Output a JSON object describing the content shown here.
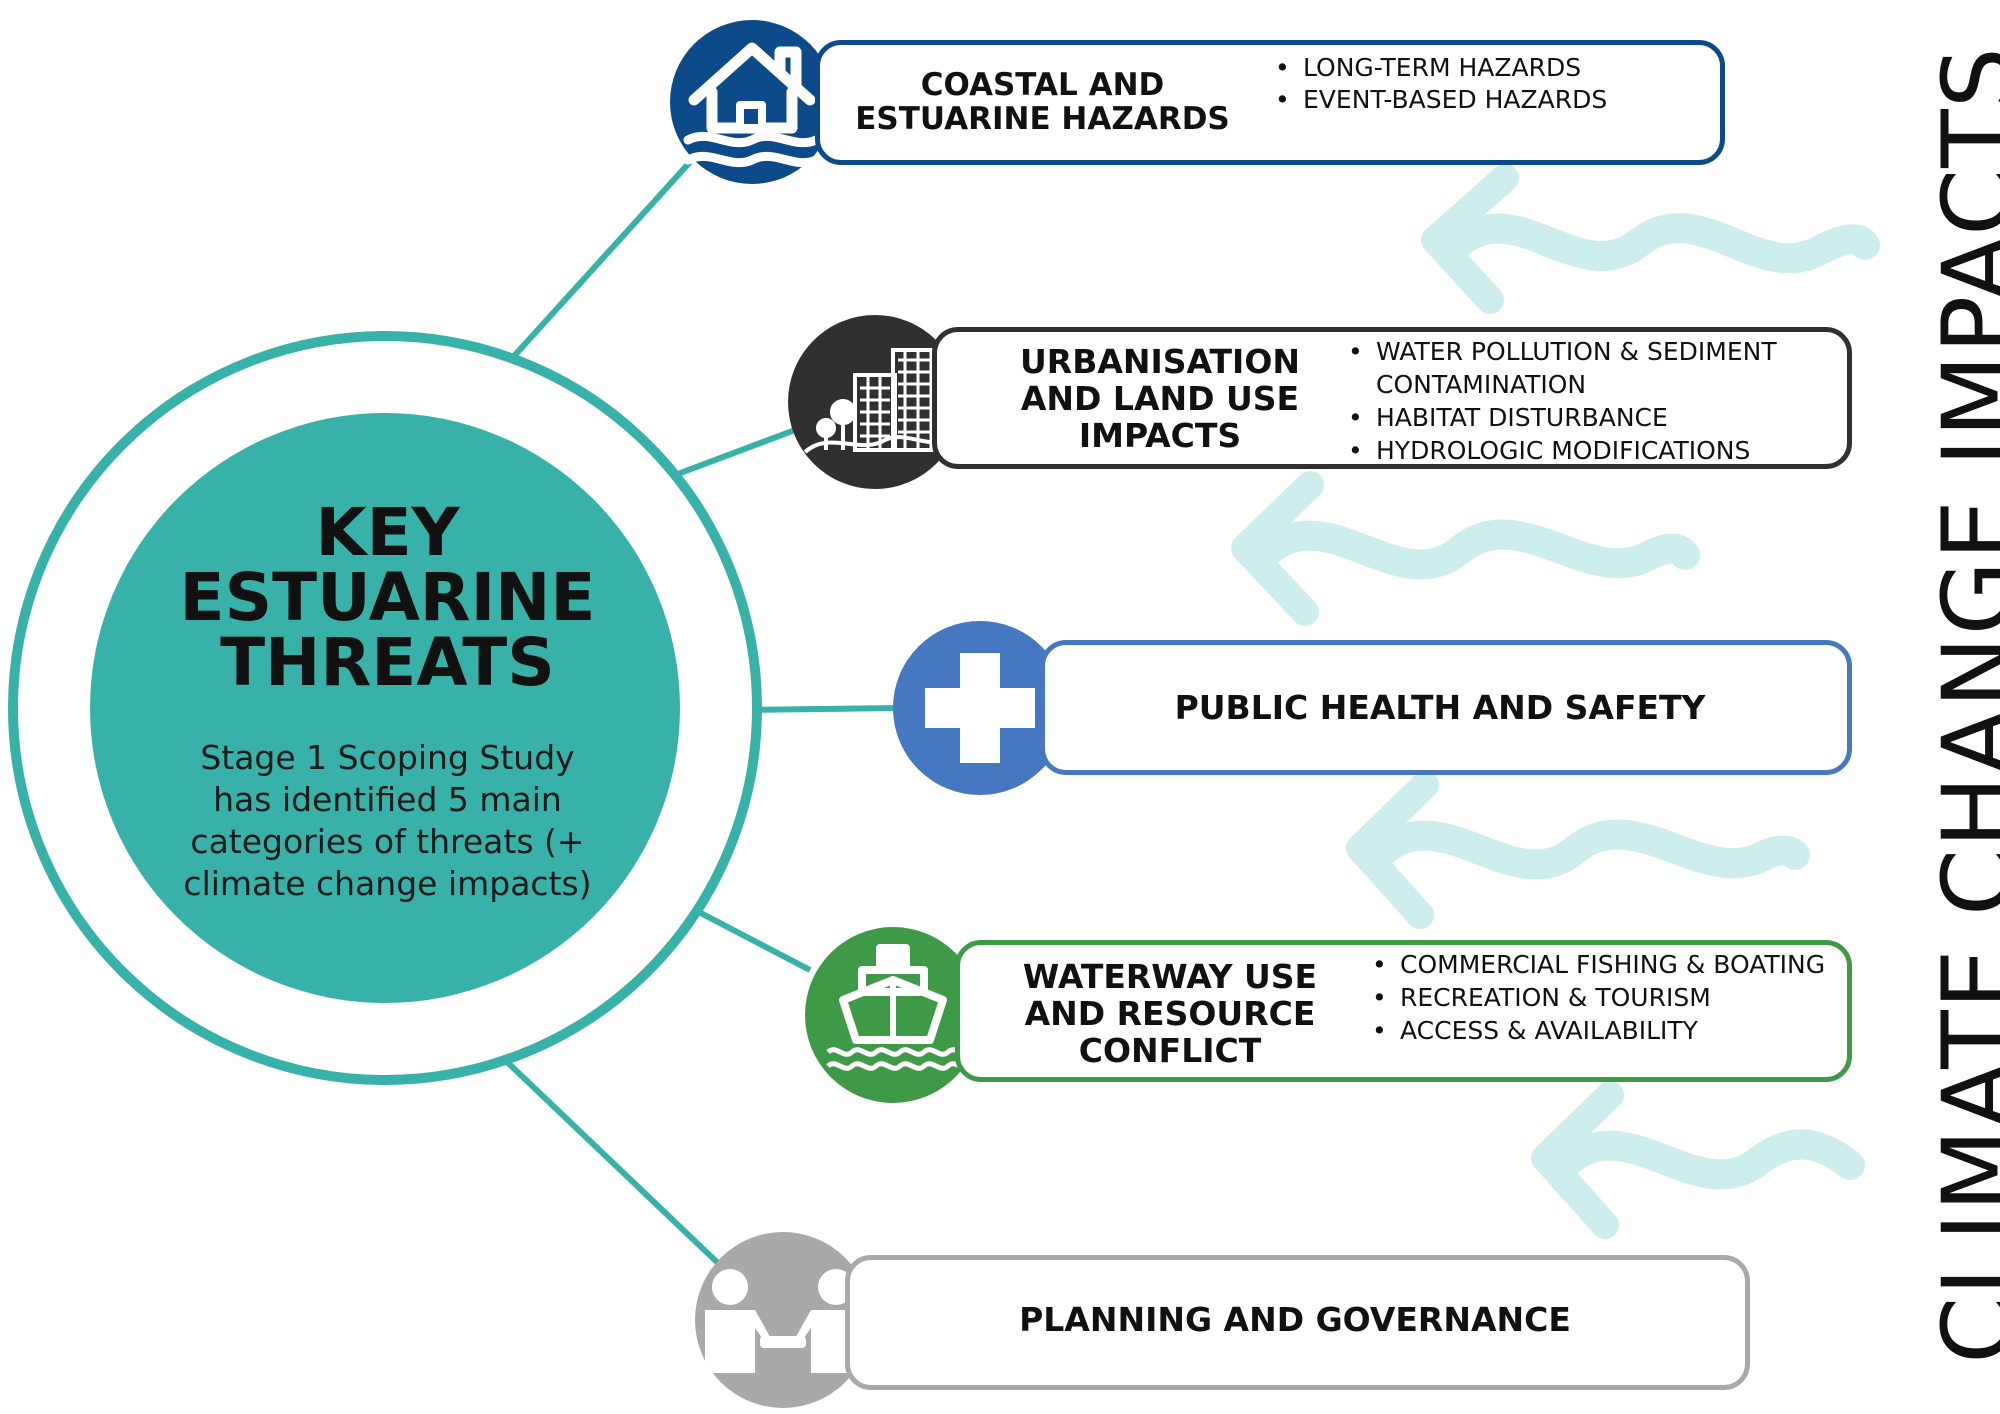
{
  "center": {
    "title_lines": [
      "KEY",
      "ESTUARINE",
      "THREATS"
    ],
    "subtitle_lines": [
      "Stage 1 Scoping Study",
      "has identified 5 main",
      "categories of threats (+",
      "climate change impacts)"
    ]
  },
  "side_title": "CLIMATE CHANGE IMPACTS",
  "categories": [
    {
      "title_lines": [
        "COASTAL AND",
        "ESTUARINE HAZARDS"
      ],
      "bullets": [
        "LONG-TERM HAZARDS",
        "EVENT-BASED HAZARDS"
      ],
      "color": "#0d4a8a",
      "icon": "house-flood-icon"
    },
    {
      "title_lines": [
        "URBANISATION",
        "AND LAND USE",
        "IMPACTS"
      ],
      "bullets": [
        "WATER POLLUTION & SEDIMENT CONTAMINATION",
        "HABITAT DISTURBANCE",
        "HYDROLOGIC MODIFICATIONS"
      ],
      "color": "#303030",
      "icon": "city-buildings-icon"
    },
    {
      "title_lines": [
        "PUBLIC HEALTH AND SAFETY"
      ],
      "bullets": [],
      "color": "#4578c0",
      "icon": "medical-cross-icon"
    },
    {
      "title_lines": [
        "WATERWAY USE",
        "AND RESOURCE",
        "CONFLICT"
      ],
      "bullets": [
        "COMMERCIAL FISHING & BOATING",
        "RECREATION & TOURISM",
        "ACCESS & AVAILABILITY"
      ],
      "color": "#3f9a48",
      "icon": "ship-icon"
    },
    {
      "title_lines": [
        "PLANNING AND GOVERNANCE"
      ],
      "bullets": [],
      "color": "#a9a9a9",
      "icon": "handshake-icon"
    }
  ],
  "colors": {
    "teal": "#38b2a8",
    "arrow": "#cdeeed"
  }
}
